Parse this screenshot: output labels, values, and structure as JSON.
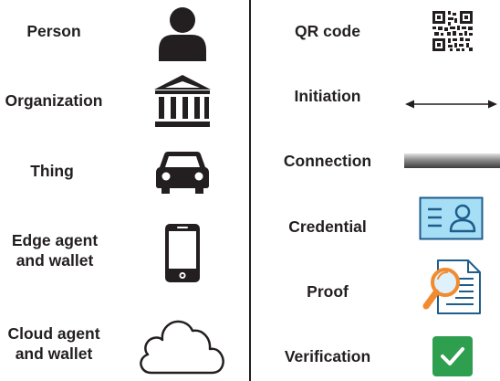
{
  "left": {
    "person": "Person",
    "organization": "Organization",
    "thing": "Thing",
    "edge_agent_line1": "Edge agent",
    "edge_agent_line2": "and wallet",
    "cloud_agent_line1": "Cloud agent",
    "cloud_agent_line2": "and wallet"
  },
  "right": {
    "qr_code": "QR code",
    "initiation": "Initiation",
    "connection": "Connection",
    "credential": "Credential",
    "proof": "Proof",
    "verification": "Verification"
  },
  "icons": [
    "person-icon",
    "bank-icon",
    "car-icon",
    "smartphone-icon",
    "cloud-icon",
    "qr-code-icon",
    "double-arrow-icon",
    "connection-bar-icon",
    "id-card-icon",
    "document-magnifier-icon",
    "checkmark-icon"
  ],
  "colors": {
    "text": "#231f20",
    "id_card_fill": "#a6dff5",
    "id_card_stroke": "#1e5d8c",
    "magnifier": "#f28b30",
    "check_green": "#2e9e4f"
  }
}
